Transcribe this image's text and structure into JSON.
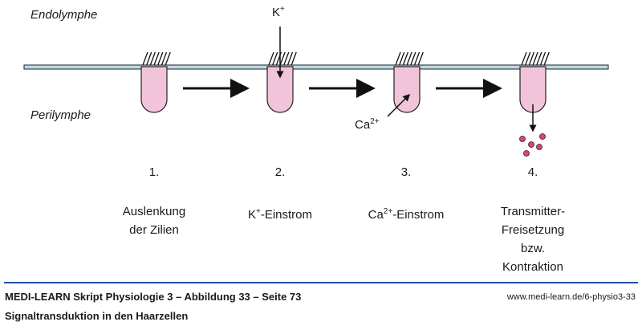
{
  "labels": {
    "endolymph": "Endolymphe",
    "perilymph": "Perilymphe",
    "k_ion": "K",
    "k_charge": "+",
    "ca_ion": "Ca",
    "ca_charge": "2+"
  },
  "steps": [
    {
      "number": "1.",
      "lines": [
        "Auslenkung",
        "der Zilien"
      ]
    },
    {
      "number": "2.",
      "prefix": "K",
      "sup": "+",
      "suffix": "-Einstrom"
    },
    {
      "number": "3.",
      "prefix": "Ca",
      "sup": "2+",
      "suffix": "-Einstrom"
    },
    {
      "number": "4.",
      "lines": [
        "Transmitter-",
        "Freisetzung",
        "bzw.",
        "Kontraktion"
      ]
    }
  ],
  "footer": {
    "title": "MEDI-LEARN Skript Physiologie 3 – Abbildung 33 – Seite 73",
    "subtitle": "Signaltransduktion in den Haarzellen",
    "url": "www.medi-learn.de/6-physio3-33"
  },
  "colors": {
    "cell_fill": "#f2c4da",
    "membrane_fill": "#b8dcec",
    "vesicle": "#e0407a",
    "footer_rule": "#1f4fa0"
  }
}
